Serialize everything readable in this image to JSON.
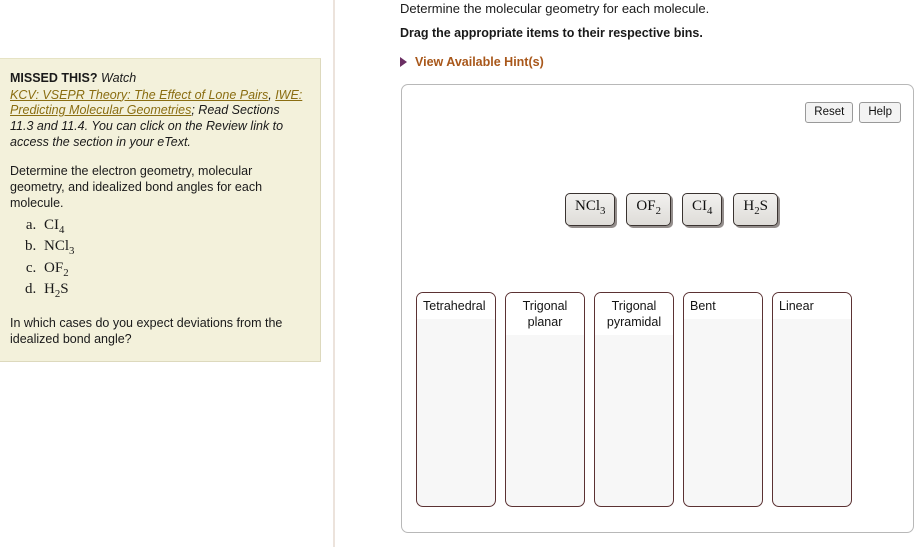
{
  "left_panel": {
    "missed_label": "MISSED THIS?",
    "watch_label": "Watch",
    "links": [
      "KCV: VSEPR Theory: The Effect of Lone Pairs",
      "IWE: Predicting Molecular Geometries"
    ],
    "after_first_link": ",",
    "after_second_link": ";",
    "read_text": "Read Sections 11.3 and 11.4. You can click on the Review link to access the section in your eText.",
    "instruction": "Determine the electron geometry, molecular geometry, and idealized bond angles for each molecule.",
    "molecules": [
      {
        "marker": "a.",
        "formula_html": "CI",
        "sub": "4"
      },
      {
        "marker": "b.",
        "formula_html": "NCl",
        "sub": "3"
      },
      {
        "marker": "c.",
        "formula_html": "OF",
        "sub": "2"
      },
      {
        "marker": "d.",
        "formula_html": "H",
        "sub": "2",
        "suffix": "S"
      }
    ],
    "closing_question": "In which cases do you expect deviations from the idealized bond angle?",
    "background_color": "#f3f1db",
    "link_color": "#8a6d11"
  },
  "right_panel": {
    "prompt": "Determine the molecular geometry for each molecule.",
    "drag_instruction": "Drag the appropriate items to their respective bins.",
    "hint_label": "View Available Hint(s)",
    "hint_triangle_icon": "triangle-right-icon",
    "hint_text_color": "#a8571a",
    "hint_triangle_color": "#6b2f63"
  },
  "toolbar": {
    "reset_label": "Reset",
    "help_label": "Help"
  },
  "tiles": [
    {
      "base": "NCl",
      "sub": "3",
      "suffix": ""
    },
    {
      "base": "OF",
      "sub": "2",
      "suffix": ""
    },
    {
      "base": "CI",
      "sub": "4",
      "suffix": ""
    },
    {
      "base": "H",
      "sub": "2",
      "suffix": "S"
    }
  ],
  "bins": [
    {
      "label": "Tetrahedral",
      "align": "left"
    },
    {
      "label": "Trigonal planar",
      "align": "center"
    },
    {
      "label": "Trigonal pyramidal",
      "align": "center"
    },
    {
      "label": "Bent",
      "align": "left"
    },
    {
      "label": "Linear",
      "align": "left"
    }
  ],
  "bin_border_color": "#5b3233"
}
